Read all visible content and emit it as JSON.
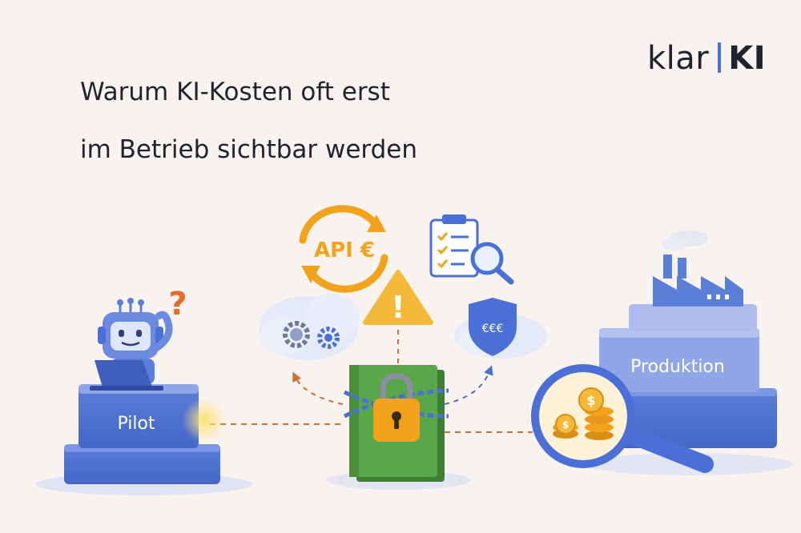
{
  "brand": {
    "left": "klar",
    "right": "KI"
  },
  "headline": {
    "line1": "Warum KI-Kosten oft erst",
    "line2": "im Betrieb sichtbar werden"
  },
  "labels": {
    "pilot": "Pilot",
    "production": "Produktion",
    "api": "API €",
    "shield": "€€€",
    "question": "?",
    "warning": "!",
    "coin": "$"
  },
  "colors": {
    "background": "#f9f3ef",
    "accent_blue": "#4a6fd6",
    "orange": "#f2a21b",
    "book_green": "#5aa64a",
    "text": "#1e2330"
  },
  "icons": [
    "robot-icon",
    "laptop-icon",
    "question-mark-icon",
    "api-cycle-icon",
    "checklist-icon",
    "magnifier-icon",
    "warning-icon",
    "gears-icon",
    "euro-shield-icon",
    "locked-book-icon",
    "factory-icon",
    "coins-icon"
  ]
}
